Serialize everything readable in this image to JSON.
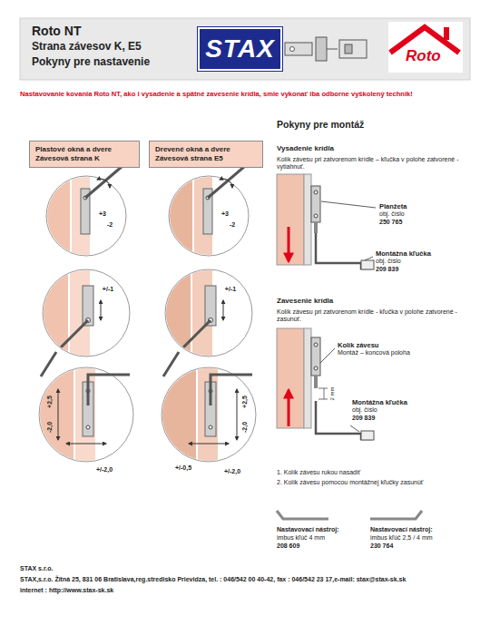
{
  "diagram": {
    "title": "Roto NT",
    "nodes": [
      {
        "text": [
          "STAX"
        ]
      },
      {
        "text": [
          "Plastové okná a dvere",
          "Závesová strana K"
        ]
      },
      {
        "text": [
          "Drevené okná a dvere",
          "Závesová strana E5"
        ]
      }
    ],
    "labels": [
      "Strana závesov K, E5",
      "Pokyny pre nastavenie",
      "Roto",
      "Nastavovanie kovania Roto NT, ako i vysadenie a spätné zavesenie krídla, smie vykonať iba odborne vyškolený technik!",
      "Pokyny pre montáž",
      "Vysadenie krídla",
      "Kolík závesu pri zatvorenom krídle – kľučka v polohe zatvorené - vytiahnuť.",
      "Planžeta",
      "obj. číslo",
      "250 765",
      "Montážna kľučka",
      "obj. číslo",
      "209 839",
      "Zavesenie krídla",
      "Kolík závesu pri zatvorenom krídle - kľučka v polohe zatvorené - zasunúť.",
      "Kolík závesu",
      "Montáž – koncová poloha",
      "2 mm",
      "Montážna kľučka",
      "obj. číslo",
      "209 839",
      "1. Kolík závesu rukou nasadiť",
      "2. Kolík závesu pomocou montážnej kľučky zasunúť",
      "Nastavovací nástroj:",
      "imbus kľúč 4 mm",
      "208 609",
      "Nastavovací nástroj:",
      "imbus kľúč 2,5 / 4 mm",
      "230 764",
      "STAX s.r.o.",
      "STAX,s.r.o. Žitná 25, 831 06  Bratislava,reg.stredisko Prievidza, tel. : 046/542 00 40-42, fax : 046/542 23 17,e-mail: stax@stax-sk.sk",
      "internet : http://www.stax-sk.sk",
      "+3",
      "-2",
      "+/-1",
      "-2,0",
      "+2,5",
      "+/-2,0",
      "+3",
      "-2",
      "+/-1",
      "+2,5",
      "-2,0",
      "+/-0,5",
      "+/-2,0"
    ]
  }
}
